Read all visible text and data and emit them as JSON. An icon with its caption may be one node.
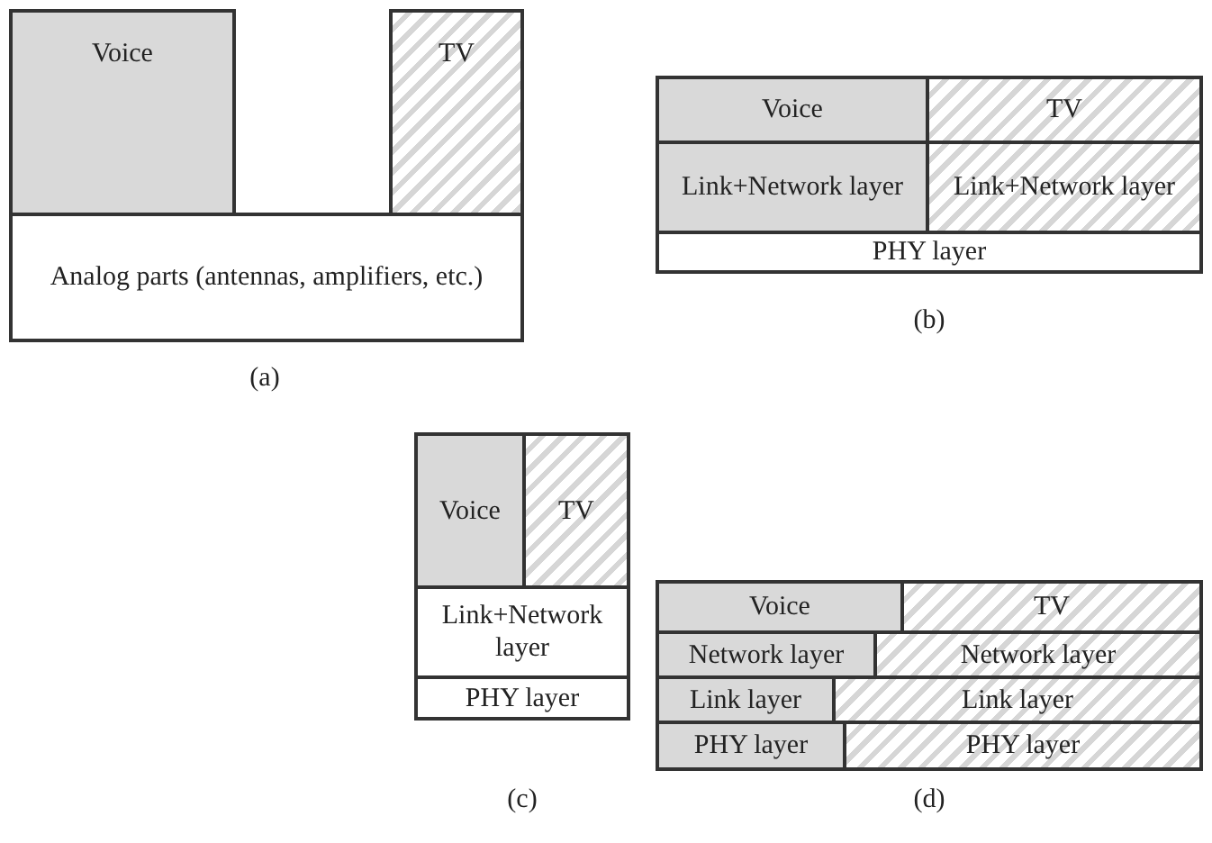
{
  "diagram": {
    "nodes": [
      {
        "text": [
          "Voice"
        ]
      },
      {
        "text": [
          "TV"
        ]
      },
      {
        "text": [
          "Analog parts (antennas, amplifiers, etc.)"
        ]
      },
      {
        "text": [
          "Voice"
        ]
      },
      {
        "text": [
          "TV"
        ]
      },
      {
        "text": [
          "Link+Network layer"
        ]
      },
      {
        "text": [
          "Link+Network layer"
        ]
      },
      {
        "text": [
          "PHY layer"
        ]
      },
      {
        "text": [
          "Voice"
        ]
      },
      {
        "text": [
          "TV"
        ]
      },
      {
        "text": [
          "Link+Network layer"
        ]
      },
      {
        "text": [
          "PHY layer"
        ]
      },
      {
        "text": [
          "Voice"
        ]
      },
      {
        "text": [
          "TV"
        ]
      },
      {
        "text": [
          "Network layer"
        ]
      },
      {
        "text": [
          "Network layer"
        ]
      },
      {
        "text": [
          "Link layer"
        ]
      },
      {
        "text": [
          "Link layer"
        ]
      },
      {
        "text": [
          "PHY layer"
        ]
      },
      {
        "text": [
          "PHY layer"
        ]
      }
    ],
    "labels": [
      "(a)",
      "(b)",
      "(c)",
      "(d)"
    ]
  }
}
